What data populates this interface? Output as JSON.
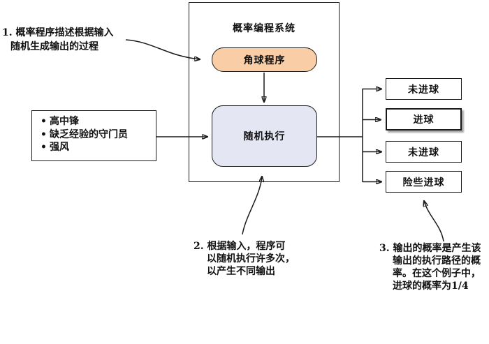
{
  "system_box": {
    "title": "概率编程系统",
    "program_label": "角球程序",
    "execution_label": "随机执行"
  },
  "input_box": {
    "bullet": "•",
    "items": [
      "高中锋",
      "缺乏经验的守门员",
      "强风"
    ]
  },
  "output_boxes": [
    {
      "label": "未进球",
      "highlighted": false
    },
    {
      "label": "进球",
      "highlighted": true
    },
    {
      "label": "未进球",
      "highlighted": false
    },
    {
      "label": "险些进球",
      "highlighted": false
    }
  ],
  "annotations": {
    "note1": {
      "lines": [
        "1. 概率程序描述根据输入",
        "随机生成输出的过程"
      ]
    },
    "note2": {
      "lines": [
        "2. 根据输入，程序可",
        "以随机执行许多次，",
        "以产生不同输出"
      ]
    },
    "note3": {
      "lines": [
        "3. 输出的概率是产生该",
        "输出的执行路径的概",
        "率。在这个例子中，",
        "进球的概率为1/4"
      ]
    }
  },
  "colors": {
    "program_fill": "#F9CDA6",
    "execution_fill": "#E4E6F3",
    "line": "#1a1a1a",
    "goal_shadow": "#a6a6a6"
  }
}
